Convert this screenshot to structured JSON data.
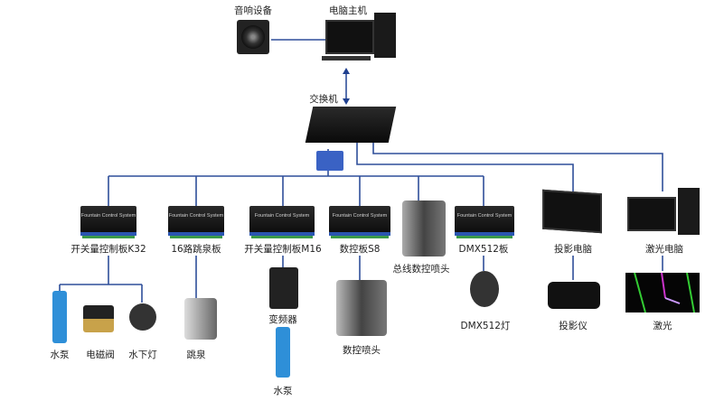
{
  "title_nodes": {
    "speaker": "音响设备",
    "host_pc": "电脑主机",
    "switch": "交换机"
  },
  "controllers": [
    {
      "label": "开关量控制板K32",
      "board_text": "Fountain Control System"
    },
    {
      "label": "16路跳泉板",
      "board_text": "Fountain Control System"
    },
    {
      "label": "开关量控制板M16",
      "board_text": "Fountain Control System"
    },
    {
      "label": "数控板S8",
      "board_text": "Fountain Control System"
    },
    {
      "label": "总线数控喷头"
    },
    {
      "label": "DMX512板",
      "board_text": "Fountain Control System"
    },
    {
      "label": "投影电脑"
    },
    {
      "label": "激光电脑"
    }
  ],
  "devices": {
    "pump1": "水泵",
    "valve": "电磁阀",
    "underwater_light": "水下灯",
    "jump_fountain": "跳泉",
    "inverter": "变频器",
    "pump2": "水泵",
    "nozzle": "数控喷头",
    "dmx_light": "DMX512灯",
    "projector": "投影仪",
    "laser": "激光"
  },
  "colors": {
    "wire": "#2f4f9a",
    "arrow": "#1f3f8f"
  }
}
